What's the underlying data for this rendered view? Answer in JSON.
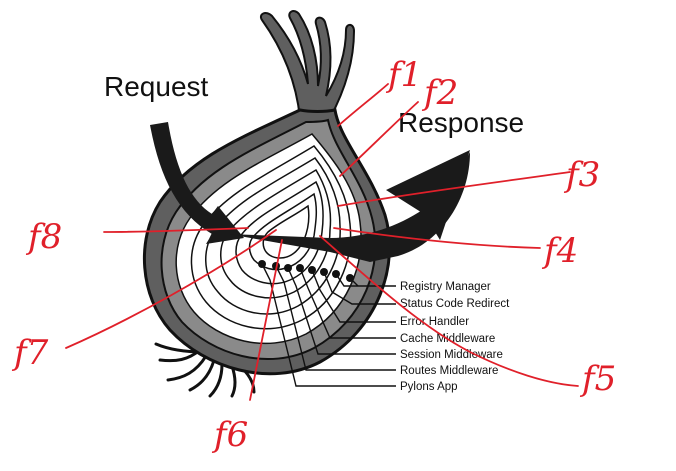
{
  "diagram": {
    "request_label": "Request",
    "response_label": "Response",
    "layers": [
      "Registry Manager",
      "Status Code Redirect",
      "Error Handler",
      "Cache Middleware",
      "Session Middleware",
      "Routes Middleware",
      "Pylons App"
    ],
    "annotations": [
      "f1",
      "f2",
      "f3",
      "f4",
      "f5",
      "f6",
      "f7",
      "f8"
    ],
    "colors": {
      "ink": "#111111",
      "onion_skin": "#5f5f5f",
      "onion_skin_light": "#8a8a8a",
      "arrow": "#1a1a1a",
      "annotation": "#e0202a"
    }
  }
}
